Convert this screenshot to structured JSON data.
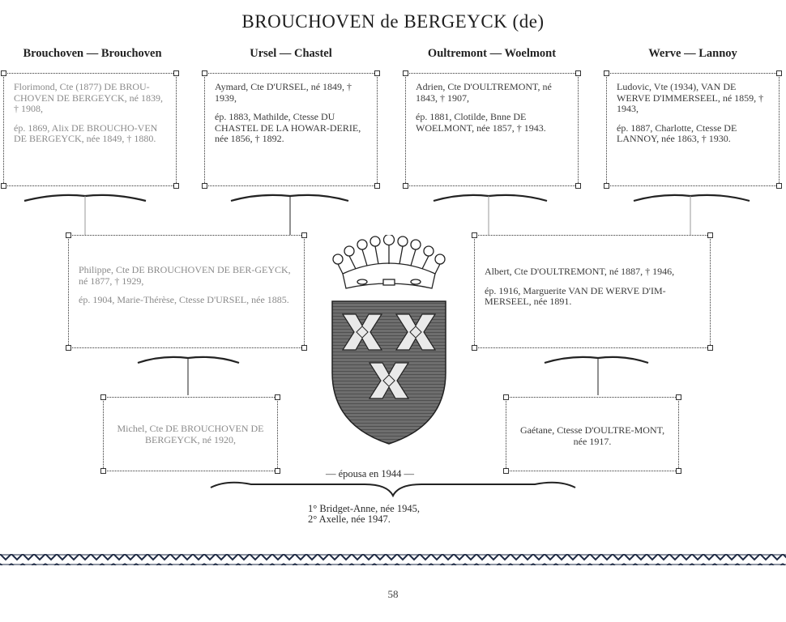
{
  "page": {
    "title": "BROUCHOVEN de BERGEYCK (de)",
    "page_number": "58",
    "married_label": "— épousa en 1944 —"
  },
  "groups": [
    {
      "heading": "Brouchoven — Brouchoven",
      "husband": "Florimond, Cte (1877) DE BROU-CHOVEN DE BERGEYCK, né 1839, † 1908,",
      "wife": "ép. 1869, Alix DE BROUCHO-VEN DE BERGEYCK, née 1849, † 1880."
    },
    {
      "heading": "Ursel — Chastel",
      "husband": "Aymard, Cte D'URSEL, né 1849, † 1939,",
      "wife": "ép. 1883, Mathilde, Ctesse DU CHASTEL DE LA HOWAR-DERIE, née 1856, † 1892."
    },
    {
      "heading": "Oultremont — Woelmont",
      "husband": "Adrien, Cte D'OULTREMONT, né 1843, † 1907,",
      "wife": "ép. 1881, Clotilde, Bnne DE WOELMONT, née 1857, † 1943."
    },
    {
      "heading": "Werve — Lannoy",
      "husband": "Ludovic, Vte (1934), VAN DE WERVE D'IMMERSEEL, né 1859, † 1943,",
      "wife": "ép. 1887, Charlotte, Ctesse DE LANNOY, née 1863, † 1930."
    }
  ],
  "parents": [
    {
      "husband": "Philippe, Cte DE BROUCHOVEN DE BER-GEYCK, né 1877, † 1929,",
      "wife": "ép. 1904, Marie-Thérèse, Ctesse D'URSEL, née 1885."
    },
    {
      "husband": "Albert, Cte D'OULTREMONT, né 1887, † 1946,",
      "wife": "ép. 1916, Marguerite VAN DE WERVE D'IM-MERSEEL, née 1891."
    }
  ],
  "couple": [
    {
      "text": "Michel, Cte DE BROUCHOVEN DE BERGEYCK, né 1920,"
    },
    {
      "text": "Gaétane, Ctesse D'OULTRE-MONT, née 1917."
    }
  ],
  "children": [
    "1° Bridget-Anne, née 1945,",
    "2° Axelle, née 1947."
  ]
}
